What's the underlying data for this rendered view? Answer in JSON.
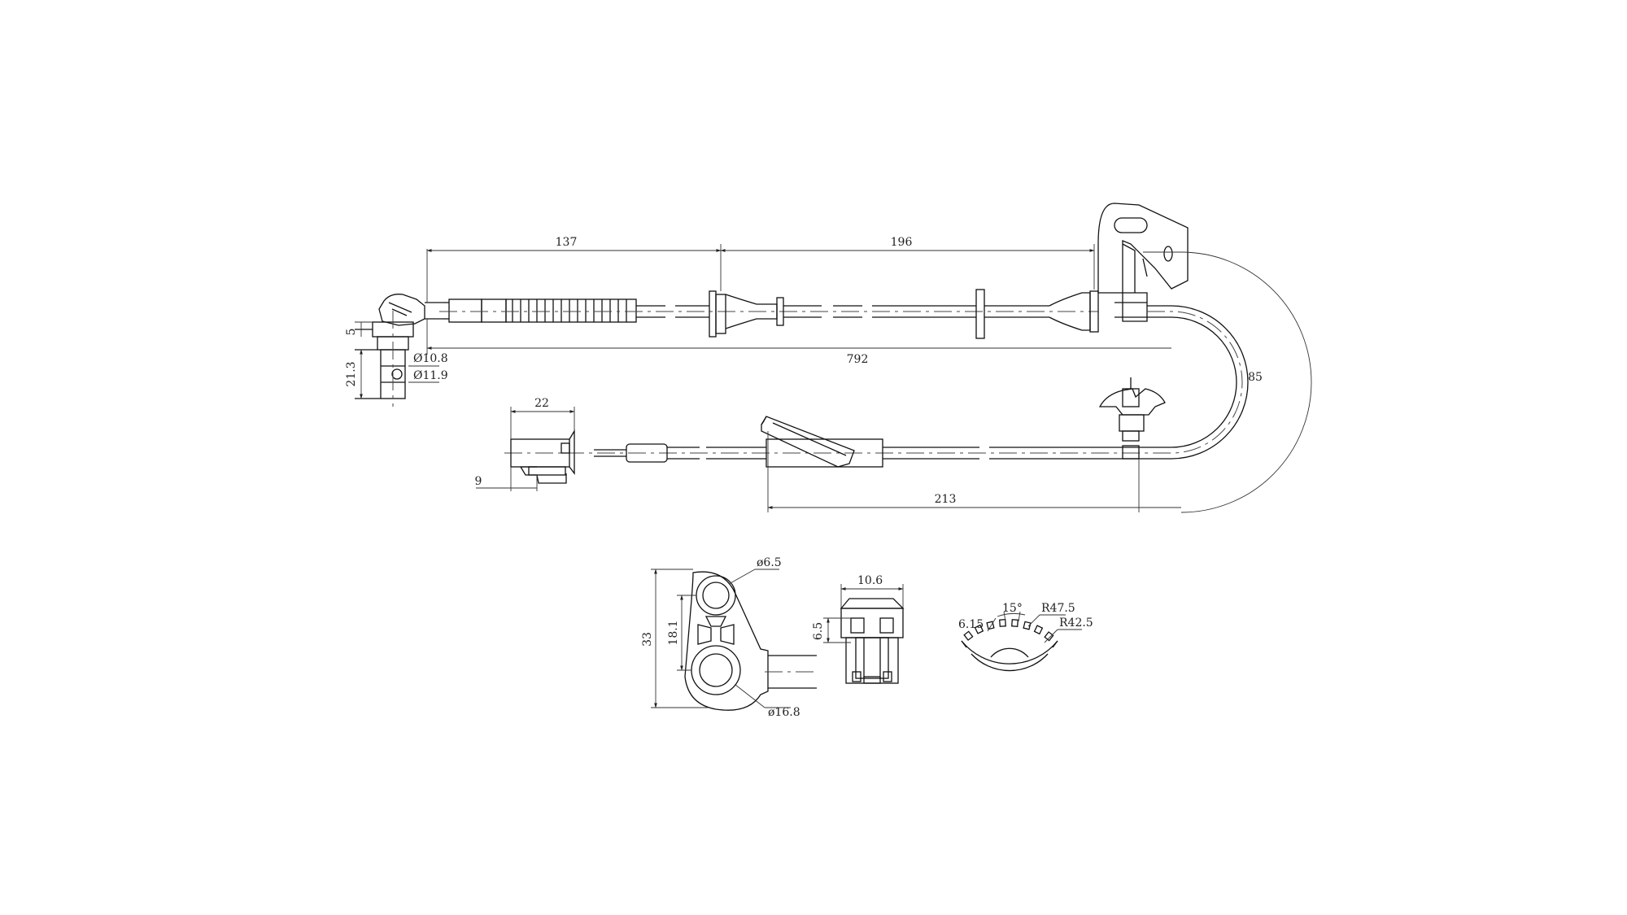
{
  "drawing": {
    "main_view": {
      "dim_137": "137",
      "dim_196": "196",
      "dim_792": "792",
      "dim_85": "85",
      "dim_22": "22",
      "dim_9": "9",
      "dim_213": "213",
      "dim_5": "5",
      "dim_21_3": "21.3",
      "dim_d10_8": "Ø10.8",
      "dim_d11_9": "Ø11.9"
    },
    "bracket_view": {
      "dim_d6_5": "ø6.5",
      "dim_33": "33",
      "dim_18_1": "18.1",
      "dim_d16_8": "ø16.8"
    },
    "connector_view": {
      "dim_10_6": "10.6",
      "dim_6_5": "6.5"
    },
    "ring_view": {
      "dim_6_15": "6.15",
      "dim_15deg": "15°",
      "dim_r47_5": "R47.5",
      "dim_r42_5": "R42.5"
    }
  }
}
